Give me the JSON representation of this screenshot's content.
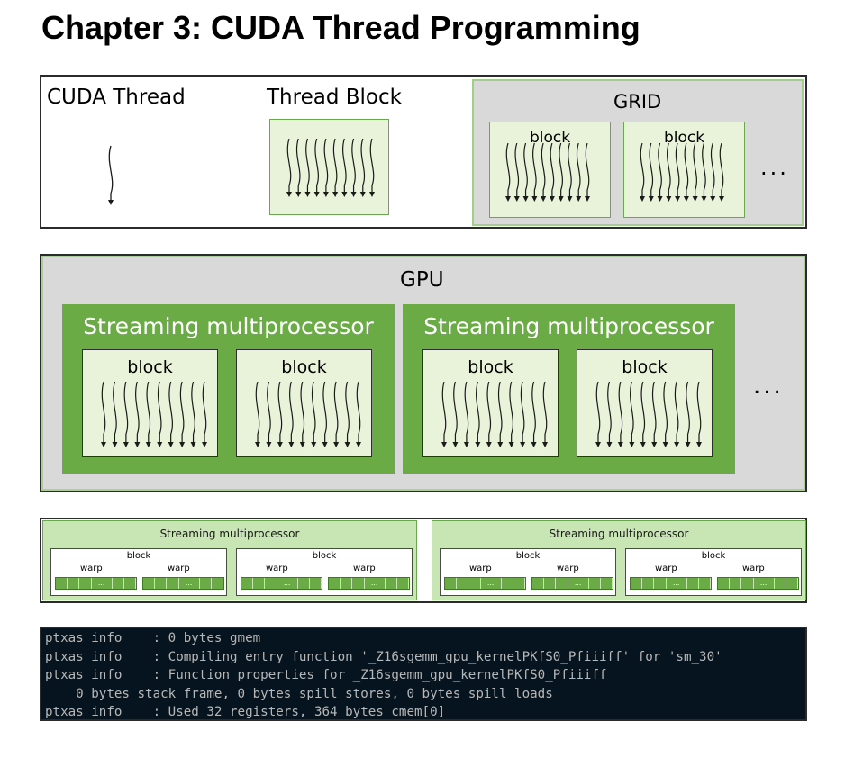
{
  "title": "Chapter 3: CUDA Thread Programming",
  "top_panel": {
    "thread_label": "CUDA Thread",
    "thread_block_label": "Thread Block",
    "grid_label": "GRID",
    "block_label": "block",
    "ellipsis": "..."
  },
  "gpu_panel": {
    "gpu_label": "GPU",
    "sm_label": "Streaming multiprocessor",
    "block_label": "block",
    "ellipsis": "..."
  },
  "warp_panel": {
    "sm_label": "Streaming multiprocessor",
    "block_label": "block",
    "warp_label": "warp",
    "warp_dots": "..."
  },
  "terminal": {
    "lines": [
      "ptxas info    : 0 bytes gmem",
      "ptxas info    : Compiling entry function '_Z16sgemm_gpu_kernelPKfS0_Pfiiiff' for 'sm_30'",
      "ptxas info    : Function properties for _Z16sgemm_gpu_kernelPKfS0_Pfiiiff",
      "    0 bytes stack frame, 0 bytes spill stores, 0 bytes spill loads",
      "ptxas info    : Used 32 registers, 364 bytes cmem[0]"
    ]
  },
  "colors": {
    "sm_green": "#6aab46",
    "light_green": "#e8f3da",
    "panel_gray": "#d9d9d9",
    "terminal_bg": "#06141f"
  }
}
